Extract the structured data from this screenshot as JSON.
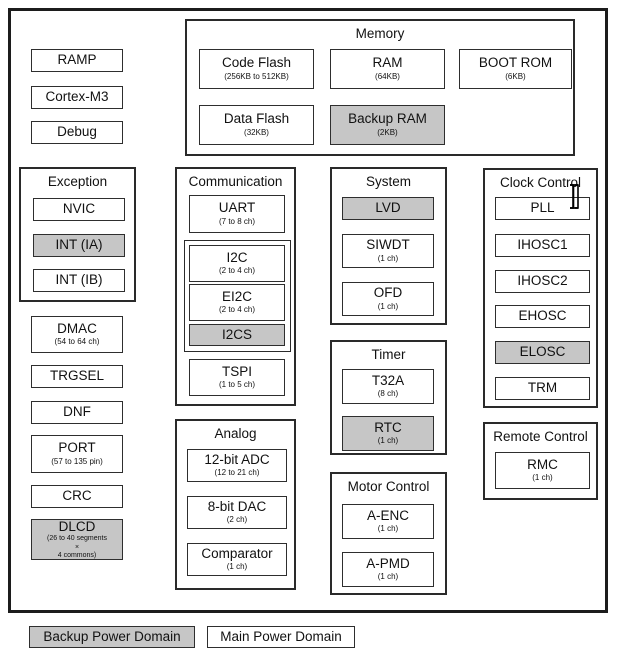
{
  "diagram": {
    "cpu": [
      {
        "label": "RAMP"
      },
      {
        "label": "Cortex-M3"
      },
      {
        "label": "Debug"
      }
    ],
    "memory": {
      "title": "Memory",
      "code_flash": {
        "label": "Code Flash",
        "sub": "(256KB to 512KB)"
      },
      "ram": {
        "label": "RAM",
        "sub": "(64KB)"
      },
      "boot_rom": {
        "label": "BOOT ROM",
        "sub": "(6KB)"
      },
      "data_flash": {
        "label": "Data Flash",
        "sub": "(32KB)"
      },
      "backup_ram": {
        "label": "Backup RAM",
        "sub": "(2KB)",
        "domain": "backup"
      }
    },
    "exception": {
      "title": "Exception",
      "items": [
        {
          "label": "NVIC"
        },
        {
          "label": "INT (IA)",
          "domain": "backup"
        },
        {
          "label": "INT (IB)"
        }
      ]
    },
    "peripherals": [
      {
        "label": "DMAC",
        "sub": "(54 to 64 ch)"
      },
      {
        "label": "TRGSEL"
      },
      {
        "label": "DNF"
      },
      {
        "label": "PORT",
        "sub": "(57 to 135 pin)"
      },
      {
        "label": "CRC"
      },
      {
        "label": "DLCD",
        "sub_lines": [
          "(26 to 40 segments",
          "×",
          "4 commons)"
        ],
        "domain": "backup"
      }
    ],
    "communication": {
      "title": "Communication",
      "uart": {
        "label": "UART",
        "sub": "(7 to 8 ch)"
      },
      "i2c": {
        "label": "I2C",
        "sub": "(2 to 4 ch)"
      },
      "ei2c": {
        "label": "EI2C",
        "sub": "(2 to 4 ch)"
      },
      "i2cs": {
        "label": "I2CS",
        "domain": "backup"
      },
      "tspi": {
        "label": "TSPI",
        "sub": "(1 to 5 ch)"
      }
    },
    "analog": {
      "title": "Analog",
      "adc": {
        "label": "12-bit ADC",
        "sub": "(12 to 21 ch)"
      },
      "dac": {
        "label": "8-bit DAC",
        "sub": "(2 ch)"
      },
      "comparator": {
        "label": "Comparator",
        "sub": "(1 ch)"
      }
    },
    "system": {
      "title": "System",
      "lvd": {
        "label": "LVD",
        "domain": "backup"
      },
      "siwdt": {
        "label": "SIWDT",
        "sub": "(1 ch)"
      },
      "ofd": {
        "label": "OFD",
        "sub": "(1 ch)"
      }
    },
    "timer": {
      "title": "Timer",
      "t32a": {
        "label": "T32A",
        "sub": "(8 ch)"
      },
      "rtc": {
        "label": "RTC",
        "sub": "(1 ch)",
        "domain": "backup"
      }
    },
    "motor": {
      "title": "Motor Control",
      "aenc": {
        "label": "A-ENC",
        "sub": "(1 ch)"
      },
      "apmd": {
        "label": "A-PMD",
        "sub": "(1 ch)"
      }
    },
    "clock": {
      "title": "Clock Control",
      "items": [
        {
          "label": "PLL"
        },
        {
          "label": "IHOSC1"
        },
        {
          "label": "IHOSC2"
        },
        {
          "label": "EHOSC"
        },
        {
          "label": "ELOSC",
          "domain": "backup"
        },
        {
          "label": "TRM"
        }
      ]
    },
    "remote": {
      "title": "Remote Control",
      "rmc": {
        "label": "RMC",
        "sub": "(1 ch)"
      }
    },
    "legend": {
      "backup": "Backup Power Domain",
      "main": "Main Power Domain"
    },
    "colors": {
      "backup_fill": "#c6c6c6",
      "main_fill": "#ffffff",
      "border": "#1c1c1c"
    }
  }
}
